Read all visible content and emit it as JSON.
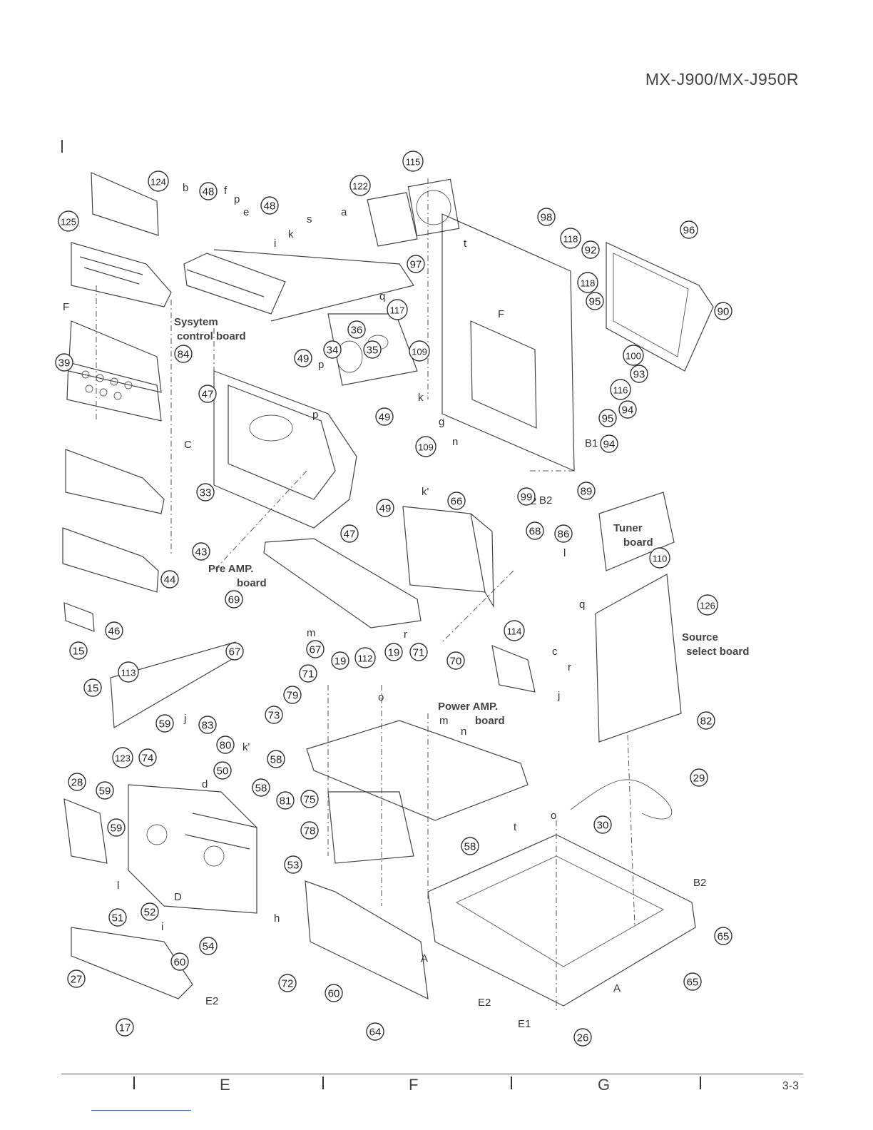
{
  "header": {
    "model": "MX-J900/MX-J950R"
  },
  "boards": {
    "system_control_1": "Sysytem",
    "system_control_2": "control board",
    "pre_amp_1": "Pre AMP.",
    "pre_amp_2": "board",
    "tuner_1": "Tuner",
    "tuner_2": "board",
    "source_select_1": "Source",
    "source_select_2": "select board",
    "power_amp_1": "Power AMP.",
    "power_amp_2": "board"
  },
  "letters": [
    "b",
    "f",
    "p",
    "e",
    "s",
    "a",
    "k",
    "i",
    "q",
    "t",
    "F",
    "F",
    "p",
    "p",
    "k",
    "g",
    "n",
    "k'",
    "C",
    "B1",
    "B2",
    "l",
    "q",
    "r",
    "m",
    "c",
    "r",
    "j",
    "o",
    "m",
    "n",
    "j",
    "k'",
    "d",
    "t",
    "o",
    "B2",
    "D",
    "l",
    "h",
    "A",
    "A",
    "E2",
    "E2",
    "E1",
    "i",
    "B2"
  ],
  "callout_numbers": [
    "124",
    "125",
    "48",
    "48",
    "122",
    "115",
    "98",
    "118",
    "96",
    "92",
    "97",
    "118",
    "95",
    "90",
    "117",
    "36",
    "34",
    "35",
    "109",
    "100",
    "93",
    "116",
    "94",
    "95",
    "94",
    "89",
    "99",
    "39",
    "84",
    "47",
    "49",
    "49",
    "109",
    "33",
    "47",
    "49",
    "66",
    "68",
    "86",
    "110",
    "43",
    "44",
    "46",
    "69",
    "126",
    "67",
    "67",
    "15",
    "15",
    "113",
    "71",
    "19",
    "112",
    "19",
    "71",
    "70",
    "114",
    "79",
    "73",
    "82",
    "59",
    "83",
    "80",
    "58",
    "50",
    "123",
    "74",
    "29",
    "28",
    "59",
    "58",
    "81",
    "75",
    "30",
    "59",
    "78",
    "58",
    "53",
    "51",
    "52",
    "54",
    "60",
    "72",
    "60",
    "64",
    "65",
    "65",
    "26",
    "27",
    "17"
  ],
  "footer": {
    "columns": [
      "E",
      "F",
      "G"
    ],
    "page": "3-3"
  }
}
